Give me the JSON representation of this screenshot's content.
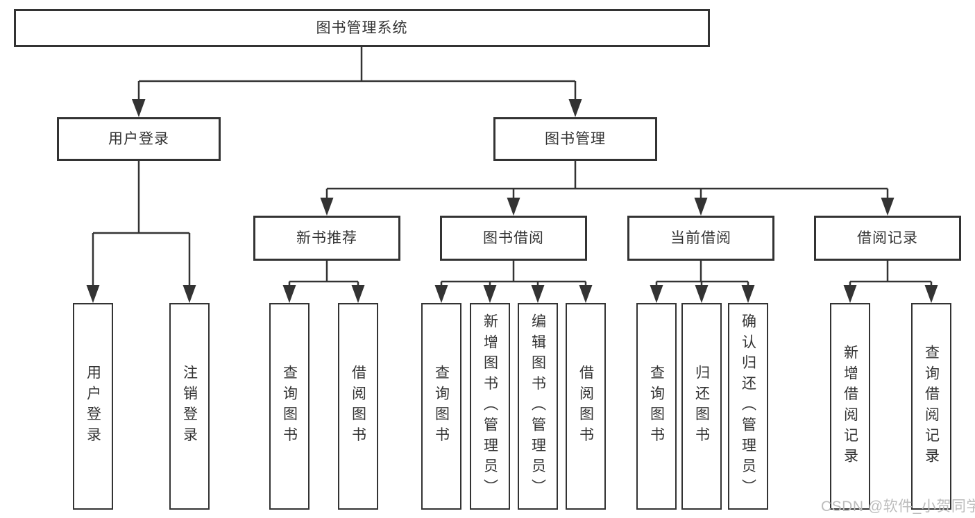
{
  "diagram": {
    "root": {
      "label": "图书管理系统"
    },
    "branches": [
      {
        "label": "用户登录",
        "children": [
          {
            "label": "用户登录"
          },
          {
            "label": "注销登录"
          }
        ]
      },
      {
        "label": "图书管理",
        "children": [
          {
            "label": "新书推荐",
            "children": [
              {
                "label": "查询图书"
              },
              {
                "label": "借阅图书"
              }
            ]
          },
          {
            "label": "图书借阅",
            "children": [
              {
                "label": "查询图书"
              },
              {
                "label": "新增图书（管理员）"
              },
              {
                "label": "编辑图书（管理员）"
              },
              {
                "label": "借阅图书"
              }
            ]
          },
          {
            "label": "当前借阅",
            "children": [
              {
                "label": "查询图书"
              },
              {
                "label": "归还图书"
              },
              {
                "label": "确认归还（管理员）"
              }
            ]
          },
          {
            "label": "借阅记录",
            "children": [
              {
                "label": "新增借阅记录"
              },
              {
                "label": "查询借阅记录"
              }
            ]
          }
        ]
      }
    ]
  },
  "watermark": {
    "text": "CSDN @软件_小贺同学",
    "color": "#bcbcbc"
  },
  "colors": {
    "line": "#333333",
    "box_border": "#333333",
    "box_fill": "#ffffff",
    "text": "#333333",
    "background": "#ffffff"
  }
}
